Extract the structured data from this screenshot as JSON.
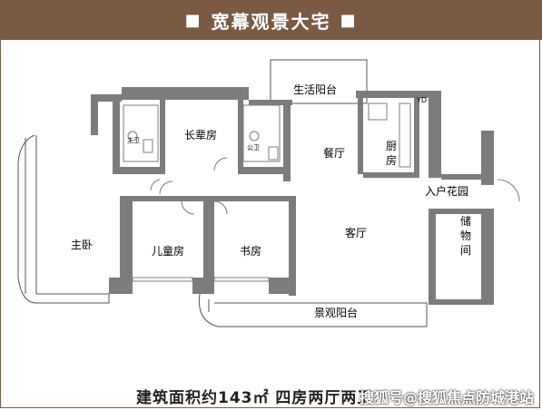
{
  "header": {
    "title": "宽幕观景大宅",
    "left_mark": "■",
    "right_mark": "■"
  },
  "rooms": {
    "balcony_service": "生活阳台",
    "elder_room": "长辈房",
    "dining": "餐厅",
    "kitchen_1": "厨",
    "kitchen_2": "房",
    "yd_label": "YD",
    "entry_garden": "入户花园",
    "storage_1": "储",
    "storage_2": "物",
    "storage_3": "间",
    "master": "主卧",
    "kids": "儿童房",
    "study": "书房",
    "living": "客厅",
    "balcony_view": "景观阳台",
    "bath_1": "主卫",
    "bath_2": "公卫"
  },
  "footer": {
    "caption": "建筑面积约143㎡ 四房两厅两卫",
    "watermark": "搜狐号@搜狐焦点防城港站"
  },
  "colors": {
    "header_bg": "#7a5a43",
    "wall": "#7c7c7c"
  }
}
